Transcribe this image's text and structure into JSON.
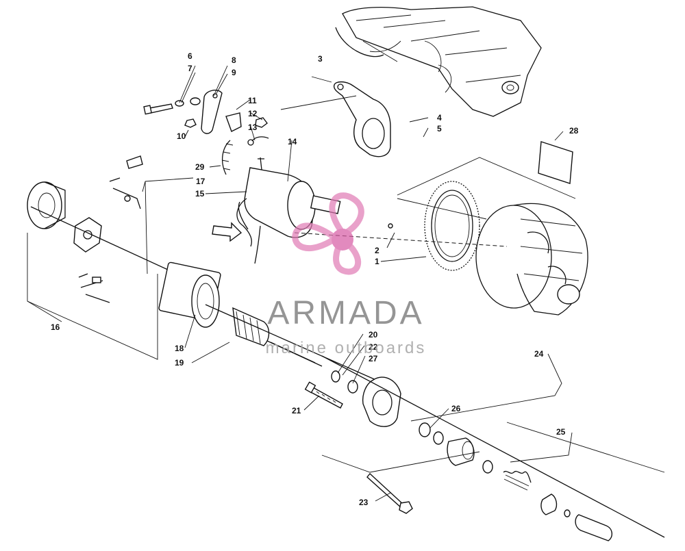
{
  "watermark": {
    "brand": "ARMADA",
    "tagline": "marine outboards",
    "accent_color": "#e07ab4"
  },
  "part_numbers": [
    "1",
    "2",
    "3",
    "4",
    "5",
    "6",
    "7",
    "8",
    "9",
    "10",
    "11",
    "12",
    "13",
    "14",
    "15",
    "16",
    "17",
    "18",
    "19",
    "20",
    "21",
    "22",
    "23",
    "24",
    "25",
    "26",
    "27",
    "28",
    "29"
  ]
}
